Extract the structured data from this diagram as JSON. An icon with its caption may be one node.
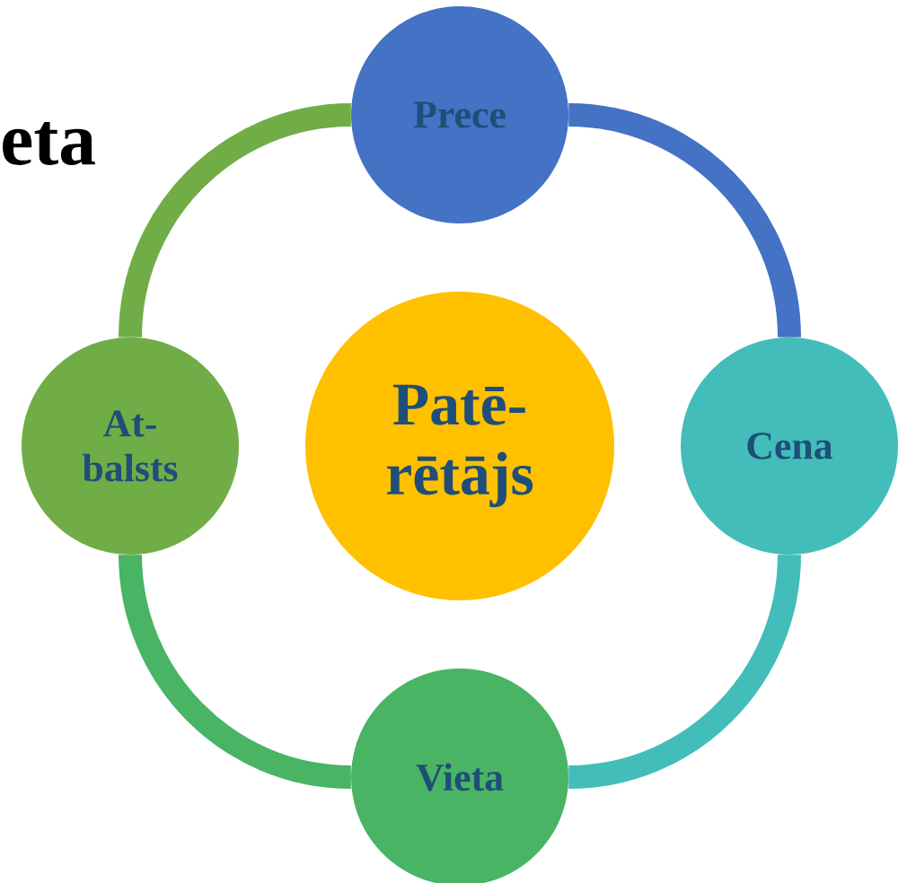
{
  "diagram": {
    "nodes": [
      {
        "text": [
          "Prece"
        ]
      },
      {
        "text": [
          "At- balsts"
        ]
      },
      {
        "text": [
          "Patē- rētājs"
        ]
      },
      {
        "text": [
          "Cena"
        ]
      },
      {
        "text": [
          "Vieta"
        ]
      }
    ],
    "edges": [
      {
        "from": 0,
        "to": 3,
        "arrow": "none",
        "color": "#4472c4"
      },
      {
        "from": 3,
        "to": 4,
        "arrow": "none",
        "color": "#43bdb9"
      },
      {
        "from": 4,
        "to": 1,
        "arrow": "none",
        "color": "#48b464"
      },
      {
        "from": 1,
        "to": 0,
        "arrow": "none",
        "color": "#70ad47"
      }
    ],
    "labels": [
      "eta"
    ]
  }
}
